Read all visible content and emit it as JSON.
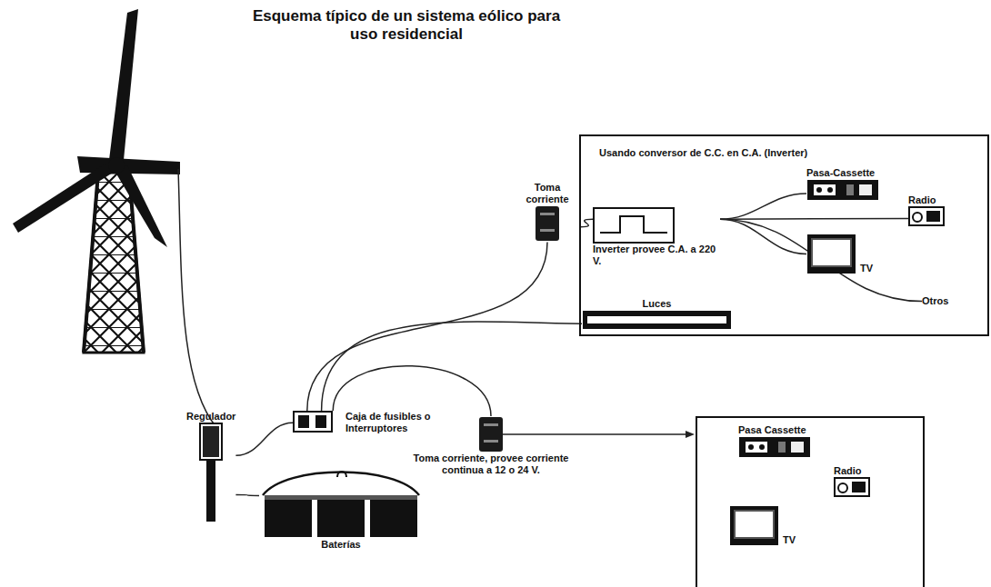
{
  "diagram": {
    "title": "Esquema típico de un sistema eólico para uso residencial",
    "nodes": [
      {
        "text": [
          "Usando conversor de C.C. en C.A. (Inverter)"
        ]
      },
      {
        "text": [
          "Pasa-Cassette"
        ],
        "in": 0
      },
      {
        "text": [
          "Radio"
        ],
        "in": 0
      },
      {
        "text": [
          "TV"
        ],
        "in": 0
      },
      {
        "text": [
          "Otros"
        ],
        "in": 0
      },
      {
        "text": [
          "Inverter provee C.A. a 220 V."
        ],
        "in": 0
      },
      {
        "text": [
          "Toma corriente"
        ]
      },
      {
        "text": [
          "Luces"
        ]
      },
      {
        "text": [
          "Caja de fusibles o Interruptores"
        ]
      },
      {
        "text": [
          "Regulador"
        ]
      },
      {
        "text": [
          "Baterías"
        ]
      },
      {
        "text": [
          "Toma corriente, provee corriente continua a 12 o 24 V."
        ]
      },
      {
        "text": [
          "Pasa Cassette"
        ]
      },
      {
        "text": [
          "Radio"
        ]
      },
      {
        "text": [
          "TV"
        ]
      }
    ],
    "edges": [
      {
        "from": 9,
        "to": 8,
        "arrow": "none"
      },
      {
        "from": 9,
        "to": 10,
        "arrow": "none"
      },
      {
        "from": 8,
        "to": 6,
        "arrow": "none"
      },
      {
        "from": 8,
        "to": 7,
        "arrow": "none"
      },
      {
        "from": 8,
        "to": 11,
        "arrow": "none"
      },
      {
        "from": 6,
        "to": 5,
        "arrow": "none"
      },
      {
        "from": 5,
        "to": 1,
        "arrow": "none"
      },
      {
        "from": 5,
        "to": 2,
        "arrow": "none"
      },
      {
        "from": 5,
        "to": 3,
        "arrow": "none"
      },
      {
        "from": 5,
        "to": 4,
        "arrow": "none"
      }
    ]
  }
}
